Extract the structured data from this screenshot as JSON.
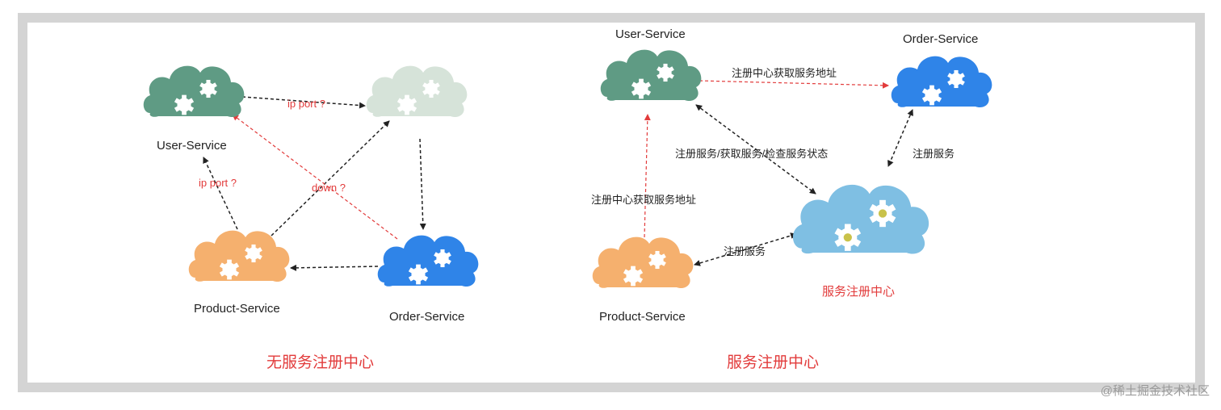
{
  "left": {
    "title": "无服务注册中心",
    "user_service": "User-Service",
    "product_service": "Product-Service",
    "order_service": "Order-Service",
    "edge_user_to_unknown": "ip port ?",
    "edge_product_to_user": "ip port ?",
    "edge_order_to_user": "down ?"
  },
  "right": {
    "title": "服务注册中心",
    "user_service": "User-Service",
    "order_service": "Order-Service",
    "product_service": "Product-Service",
    "registry": "服务注册中心",
    "edge_user_to_order": "注册中心获取服务地址",
    "edge_user_registry": "注册服务/获取服务/检查服务状态",
    "edge_order_registry": "注册服务",
    "edge_product_user": "注册中心获取服务地址",
    "edge_product_registry": "注册服务"
  },
  "colors": {
    "teal": "#5f9b84",
    "faded": "#d6e3d9",
    "orange": "#f5b06e",
    "blue": "#2f84e8",
    "light_blue": "#7fbfe3",
    "red": "#e23b3b"
  },
  "watermark": "@稀土掘金技术社区"
}
